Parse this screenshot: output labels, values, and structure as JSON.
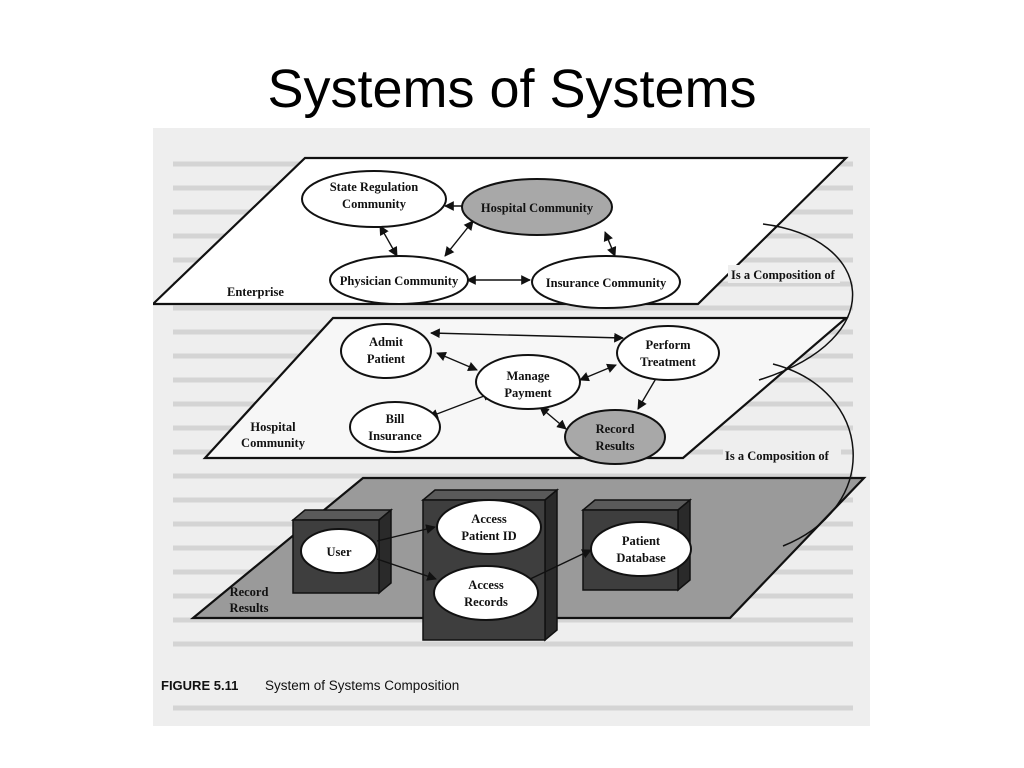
{
  "slide": {
    "title": "Systems of Systems"
  },
  "figure": {
    "caption_number": "FIGURE 5.11",
    "caption_text": "System of Systems Composition",
    "layers": {
      "enterprise": {
        "label": "Enterprise",
        "nodes": [
          {
            "name": "state-regulation",
            "lines": [
              "State Regulation",
              "Community"
            ],
            "shaded": false
          },
          {
            "name": "hospital-community",
            "lines": [
              "Hospital Community"
            ],
            "shaded": true
          },
          {
            "name": "physician-community",
            "lines": [
              "Physician Community"
            ],
            "shaded": false
          },
          {
            "name": "insurance-community",
            "lines": [
              "Insurance Community"
            ],
            "shaded": false
          }
        ]
      },
      "hospital": {
        "label_lines": [
          "Hospital",
          "Community"
        ],
        "nodes": [
          {
            "name": "admit-patient",
            "lines": [
              "Admit",
              "Patient"
            ],
            "shaded": false
          },
          {
            "name": "perform-treatment",
            "lines": [
              "Perform",
              "Treatment"
            ],
            "shaded": false
          },
          {
            "name": "manage-payment",
            "lines": [
              "Manage",
              "Payment"
            ],
            "shaded": false
          },
          {
            "name": "bill-insurance",
            "lines": [
              "Bill",
              "Insurance"
            ],
            "shaded": false
          },
          {
            "name": "record-results",
            "lines": [
              "Record",
              "Results"
            ],
            "shaded": true
          }
        ]
      },
      "record": {
        "label_lines": [
          "Record",
          "Results"
        ],
        "nodes": [
          {
            "name": "user",
            "lines": [
              "User"
            ]
          },
          {
            "name": "access-patient-id",
            "lines": [
              "Access",
              "Patient ID"
            ]
          },
          {
            "name": "access-records",
            "lines": [
              "Access",
              "Records"
            ]
          },
          {
            "name": "patient-database",
            "lines": [
              "Patient",
              "Database"
            ]
          }
        ]
      }
    },
    "composition_labels": [
      "Is a Composition of",
      "Is a Composition of"
    ]
  }
}
